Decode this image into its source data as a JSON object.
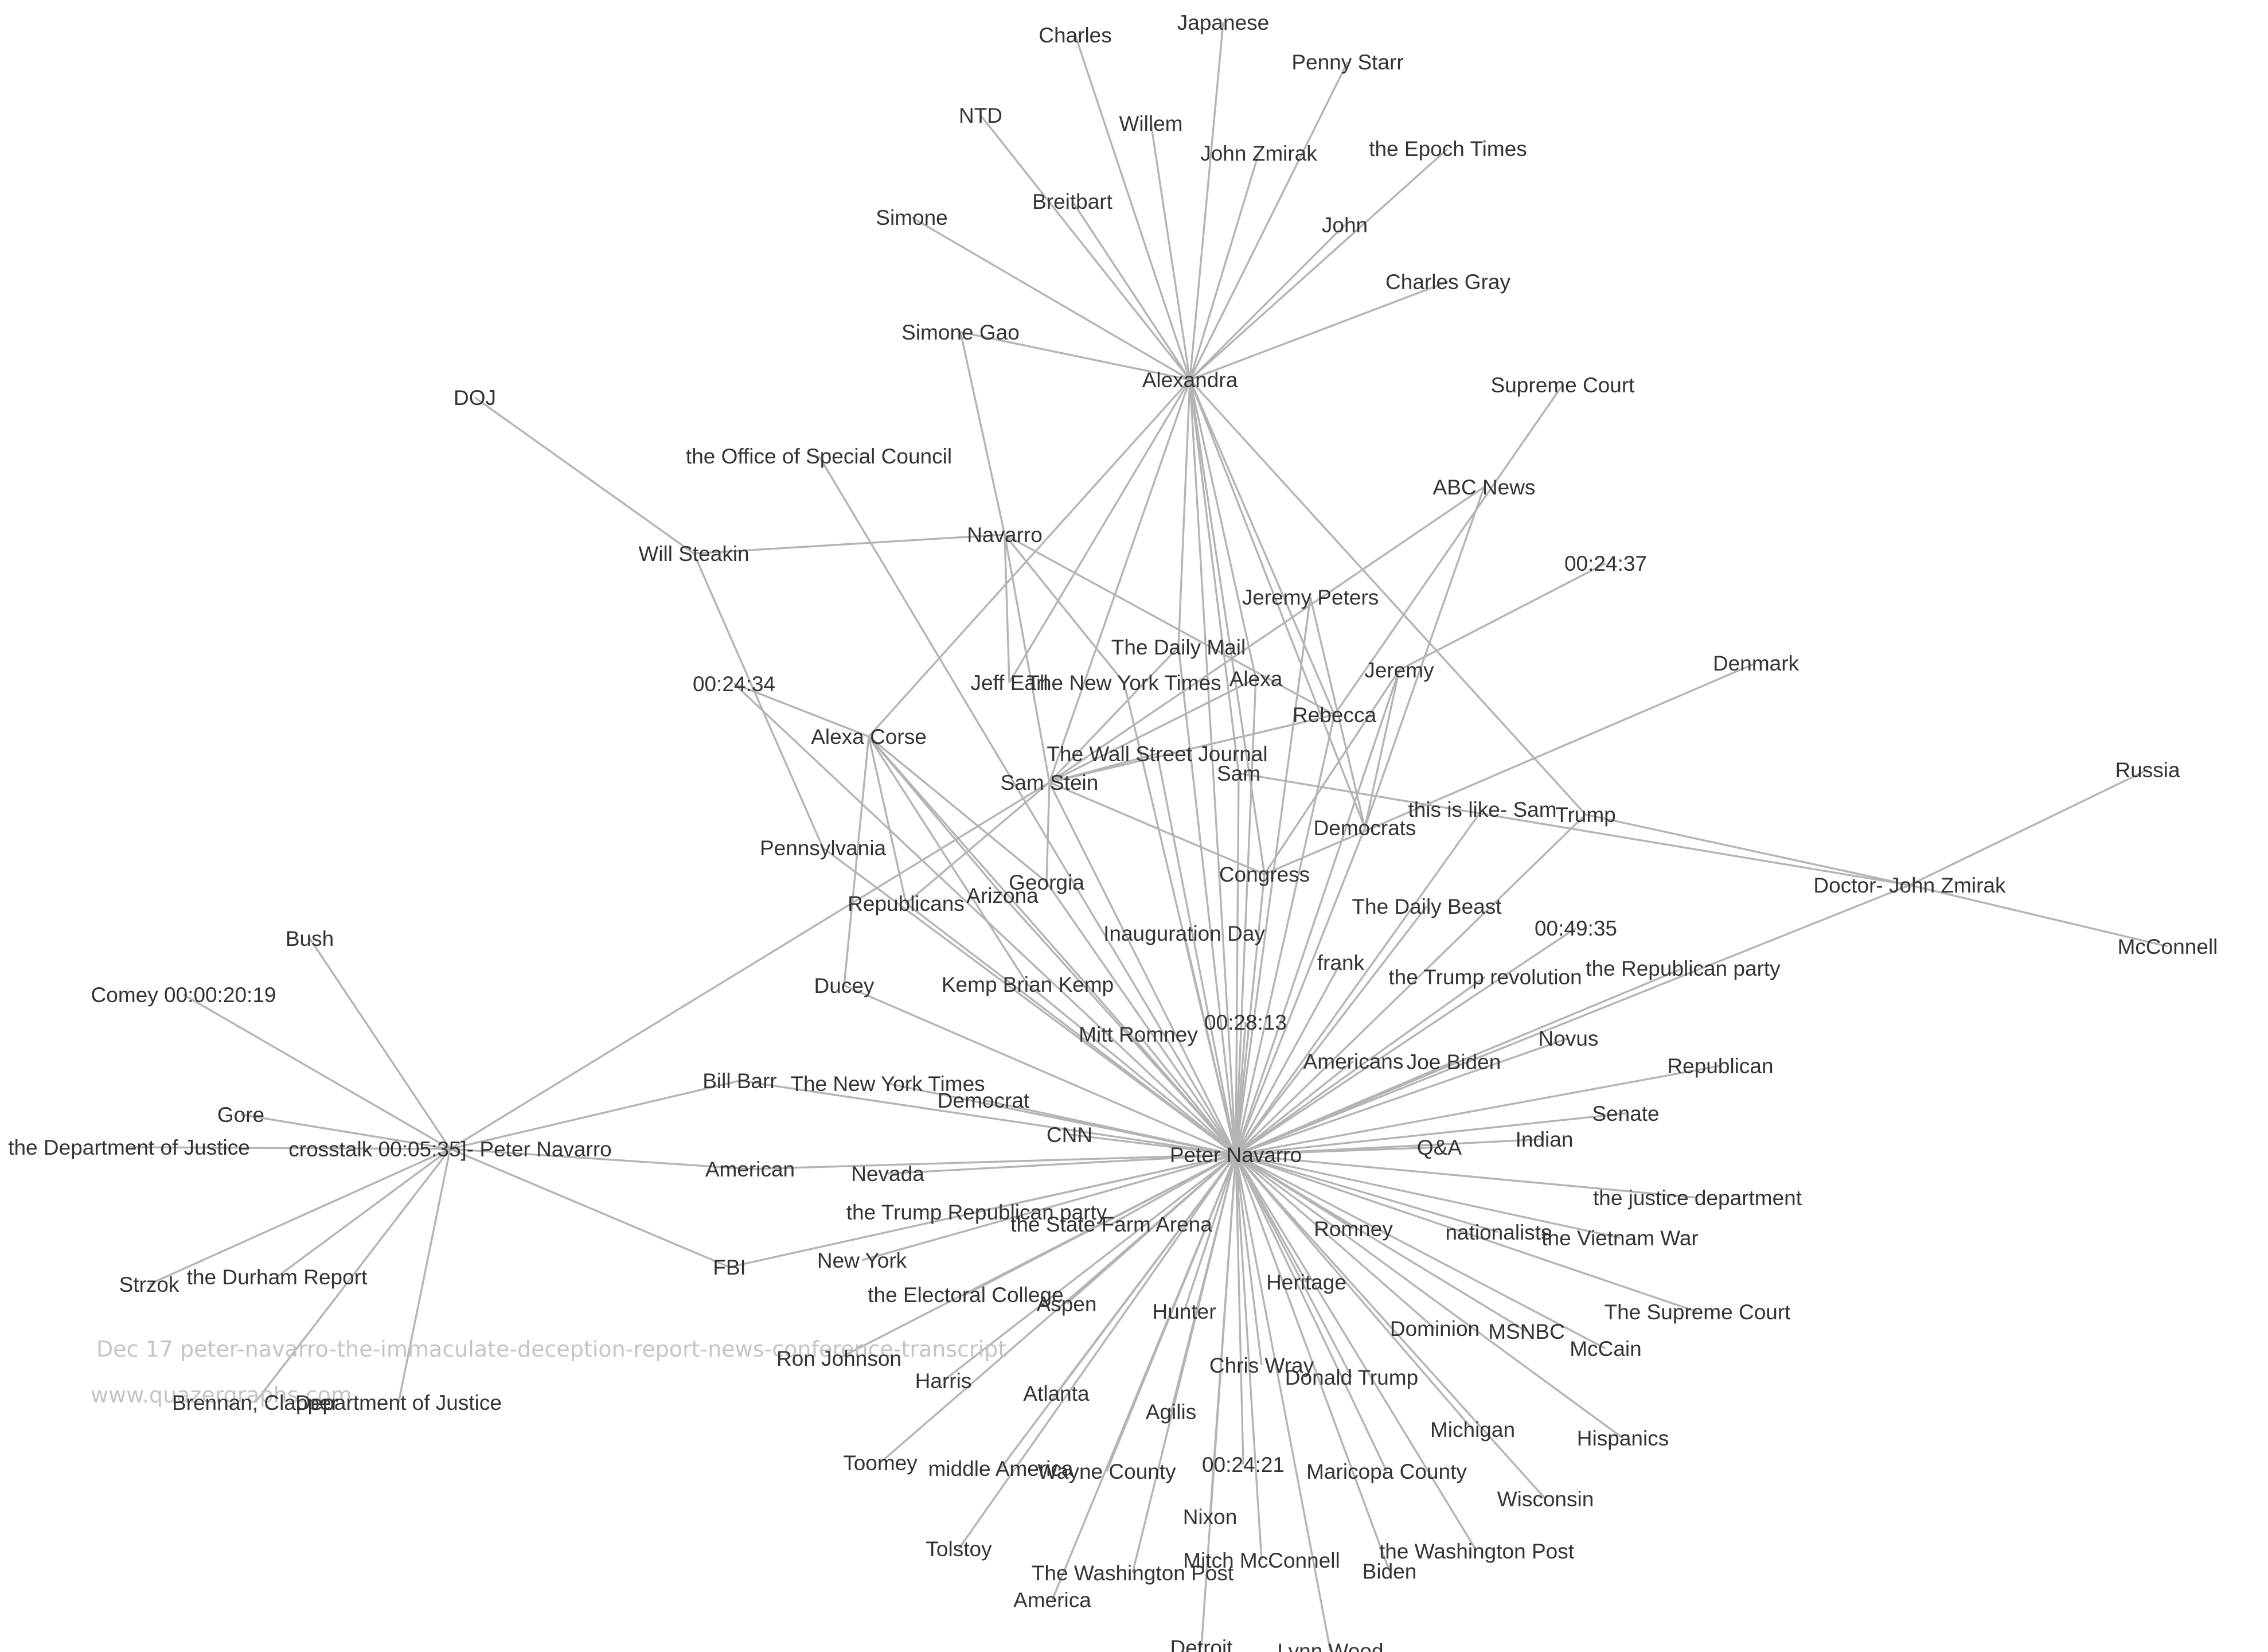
{
  "colors": {
    "edge": "#b4b4b4",
    "label": "#333333",
    "watermark": "#c4c4c4"
  },
  "graph": {
    "nodes": [
      {
        "id": "pn",
        "label": "Peter Navarro"
      },
      {
        "id": "alexandra",
        "label": "Alexandra"
      },
      {
        "id": "crosstalk",
        "label": "crosstalk 00:05:35]- Peter Navarro"
      },
      {
        "id": "doctor",
        "label": "Doctor- John Zmirak"
      },
      {
        "id": "japanese",
        "label": "Japanese"
      },
      {
        "id": "charles",
        "label": "Charles"
      },
      {
        "id": "pennystarr",
        "label": "Penny Starr"
      },
      {
        "id": "ntd",
        "label": "NTD"
      },
      {
        "id": "willem",
        "label": "Willem"
      },
      {
        "id": "johnzmirak",
        "label": "John Zmirak"
      },
      {
        "id": "epochtimes",
        "label": "the Epoch Times"
      },
      {
        "id": "breitbart",
        "label": "Breitbart"
      },
      {
        "id": "simone",
        "label": "Simone"
      },
      {
        "id": "john",
        "label": "John"
      },
      {
        "id": "charlesgray",
        "label": "Charles Gray"
      },
      {
        "id": "simonegao",
        "label": "Simone Gao"
      },
      {
        "id": "supremecourt",
        "label": "Supreme Court"
      },
      {
        "id": "doj",
        "label": "DOJ"
      },
      {
        "id": "osc",
        "label": "the Office of Special Council"
      },
      {
        "id": "abcnews",
        "label": "ABC News"
      },
      {
        "id": "navarro",
        "label": "Navarro"
      },
      {
        "id": "willsteakin",
        "label": "Will Steakin"
      },
      {
        "id": "t2437",
        "label": "00:24:37"
      },
      {
        "id": "jeremypeters",
        "label": "Jeremy Peters"
      },
      {
        "id": "dailymail",
        "label": "The Daily Mail"
      },
      {
        "id": "jeremy",
        "label": "Jeremy"
      },
      {
        "id": "denmark",
        "label": "Denmark"
      },
      {
        "id": "t2434",
        "label": "00:24:34"
      },
      {
        "id": "jeffearl",
        "label": "Jeff Earl"
      },
      {
        "id": "nytimes1",
        "label": "The New York Times"
      },
      {
        "id": "alexa",
        "label": "Alexa"
      },
      {
        "id": "rebecca",
        "label": "Rebecca"
      },
      {
        "id": "alexacorse",
        "label": "Alexa Corse"
      },
      {
        "id": "wsj",
        "label": "The Wall Street Journal"
      },
      {
        "id": "russia",
        "label": "Russia"
      },
      {
        "id": "samstein",
        "label": "Sam Stein"
      },
      {
        "id": "sam",
        "label": "Sam"
      },
      {
        "id": "thisislike",
        "label": "this is like- Sam"
      },
      {
        "id": "trump",
        "label": "Trump"
      },
      {
        "id": "pennsylvania",
        "label": "Pennsylvania"
      },
      {
        "id": "democrats",
        "label": "Democrats"
      },
      {
        "id": "congress",
        "label": "Congress"
      },
      {
        "id": "georgia",
        "label": "Georgia"
      },
      {
        "id": "arizona",
        "label": "Arizona"
      },
      {
        "id": "republicans",
        "label": "Republicans"
      },
      {
        "id": "dailybeast",
        "label": "The Daily Beast"
      },
      {
        "id": "mcconnell",
        "label": "McConnell"
      },
      {
        "id": "bush",
        "label": "Bush"
      },
      {
        "id": "t4935",
        "label": "00:49:35"
      },
      {
        "id": "inaugday",
        "label": "Inauguration Day"
      },
      {
        "id": "frank",
        "label": "frank"
      },
      {
        "id": "repparty",
        "label": "the Republican party"
      },
      {
        "id": "trumprev",
        "label": "the Trump revolution"
      },
      {
        "id": "ducey",
        "label": "Ducey"
      },
      {
        "id": "kemp",
        "label": "Kemp Brian Kemp"
      },
      {
        "id": "comey",
        "label": "Comey 00:00:20:19"
      },
      {
        "id": "t2813",
        "label": "00:28:13"
      },
      {
        "id": "mittromney",
        "label": "Mitt Romney"
      },
      {
        "id": "novus",
        "label": "Novus"
      },
      {
        "id": "republican",
        "label": "Republican"
      },
      {
        "id": "americans",
        "label": "Americans"
      },
      {
        "id": "joebiden",
        "label": "Joe Biden"
      },
      {
        "id": "billbarr",
        "label": "Bill Barr"
      },
      {
        "id": "nytimes2",
        "label": "The New York Times"
      },
      {
        "id": "democrat",
        "label": "Democrat"
      },
      {
        "id": "gore",
        "label": "Gore"
      },
      {
        "id": "senate",
        "label": "Senate"
      },
      {
        "id": "indian",
        "label": "Indian"
      },
      {
        "id": "cnn",
        "label": "CNN"
      },
      {
        "id": "doj2",
        "label": "the Department of Justice"
      },
      {
        "id": "qa",
        "label": "Q&A"
      },
      {
        "id": "american",
        "label": "American"
      },
      {
        "id": "nevada",
        "label": "Nevada"
      },
      {
        "id": "justicedept",
        "label": "the justice department"
      },
      {
        "id": "trumprepparty",
        "label": "the Trump Republican party"
      },
      {
        "id": "statefarm",
        "label": "the State Farm Arena"
      },
      {
        "id": "romney",
        "label": "Romney"
      },
      {
        "id": "nationalists",
        "label": "nationalists"
      },
      {
        "id": "vietnam",
        "label": "the Vietnam War"
      },
      {
        "id": "fbi",
        "label": "FBI"
      },
      {
        "id": "newyork",
        "label": "New York"
      },
      {
        "id": "strzok",
        "label": "Strzok"
      },
      {
        "id": "durham",
        "label": "the Durham Report"
      },
      {
        "id": "heritage",
        "label": "Heritage"
      },
      {
        "id": "electoral",
        "label": "the Electoral College"
      },
      {
        "id": "aspen",
        "label": "Aspen"
      },
      {
        "id": "hunter",
        "label": "Hunter"
      },
      {
        "id": "supremecourt2",
        "label": "The Supreme Court"
      },
      {
        "id": "dominion",
        "label": "Dominion"
      },
      {
        "id": "msnbc",
        "label": "MSNBC"
      },
      {
        "id": "mccain",
        "label": "McCain"
      },
      {
        "id": "ronjohnson",
        "label": "Ron Johnson"
      },
      {
        "id": "chriswray",
        "label": "Chris Wray"
      },
      {
        "id": "harris",
        "label": "Harris"
      },
      {
        "id": "donaldtrump",
        "label": "Donald Trump"
      },
      {
        "id": "brennan",
        "label": "Brennan, Clapper"
      },
      {
        "id": "doj3",
        "label": "Department of Justice"
      },
      {
        "id": "atlanta",
        "label": "Atlanta"
      },
      {
        "id": "agilis",
        "label": "Agilis"
      },
      {
        "id": "michigan",
        "label": "Michigan"
      },
      {
        "id": "hispanics",
        "label": "Hispanics"
      },
      {
        "id": "toomey",
        "label": "Toomey"
      },
      {
        "id": "middleamerica",
        "label": "middle America"
      },
      {
        "id": "wayne",
        "label": "Wayne County"
      },
      {
        "id": "t2421",
        "label": "00:24:21"
      },
      {
        "id": "maricopa",
        "label": "Maricopa County"
      },
      {
        "id": "wisconsin",
        "label": "Wisconsin"
      },
      {
        "id": "nixon",
        "label": "Nixon"
      },
      {
        "id": "tolstoy",
        "label": "Tolstoy"
      },
      {
        "id": "washpost2",
        "label": "the Washington Post"
      },
      {
        "id": "mitchmcconnell",
        "label": "Mitch McConnell"
      },
      {
        "id": "biden",
        "label": "Biden"
      },
      {
        "id": "washpost1",
        "label": "The Washington Post"
      },
      {
        "id": "america",
        "label": "America"
      },
      {
        "id": "detroit",
        "label": "Detroit"
      },
      {
        "id": "lynnwood",
        "label": "Lynn Wood"
      }
    ],
    "edges": [
      [
        "alexandra",
        "japanese"
      ],
      [
        "alexandra",
        "charles"
      ],
      [
        "alexandra",
        "pennystarr"
      ],
      [
        "alexandra",
        "ntd"
      ],
      [
        "alexandra",
        "willem"
      ],
      [
        "alexandra",
        "johnzmirak"
      ],
      [
        "alexandra",
        "epochtimes"
      ],
      [
        "alexandra",
        "breitbart"
      ],
      [
        "alexandra",
        "simone"
      ],
      [
        "alexandra",
        "john"
      ],
      [
        "alexandra",
        "charlesgray"
      ],
      [
        "alexandra",
        "simonegao"
      ],
      [
        "alexandra",
        "pn"
      ],
      [
        "alexandra",
        "alexacorse"
      ],
      [
        "alexandra",
        "jeffearl"
      ],
      [
        "alexandra",
        "samstein"
      ],
      [
        "alexandra",
        "rebecca"
      ],
      [
        "alexandra",
        "trump"
      ],
      [
        "alexandra",
        "sam"
      ],
      [
        "alexandra",
        "alexa"
      ],
      [
        "alexandra",
        "democrats"
      ],
      [
        "alexandra",
        "congress"
      ],
      [
        "alexandra",
        "dailymail"
      ],
      [
        "navarro",
        "willsteakin"
      ],
      [
        "navarro",
        "samstein"
      ],
      [
        "navarro",
        "rebecca"
      ],
      [
        "navarro",
        "jeffearl"
      ],
      [
        "navarro",
        "nytimes1"
      ],
      [
        "navarro",
        "simonegao"
      ],
      [
        "doj",
        "willsteakin"
      ],
      [
        "willsteakin",
        "pennsylvania"
      ],
      [
        "osc",
        "pn"
      ],
      [
        "supremecourt",
        "rebecca"
      ],
      [
        "abcnews",
        "samstein"
      ],
      [
        "abcnews",
        "democrats"
      ],
      [
        "t2437",
        "jeremy"
      ],
      [
        "jeremy",
        "democrats"
      ],
      [
        "jeremy",
        "pn"
      ],
      [
        "jeremy",
        "congress"
      ],
      [
        "jeremypeters",
        "democrats"
      ],
      [
        "dailymail",
        "samstein"
      ],
      [
        "dailymail",
        "pn"
      ],
      [
        "alexa",
        "samstein"
      ],
      [
        "alexa",
        "pn"
      ],
      [
        "rebecca",
        "pn"
      ],
      [
        "rebecca",
        "samstein"
      ],
      [
        "t2434",
        "alexacorse"
      ],
      [
        "t2434",
        "pn"
      ],
      [
        "alexacorse",
        "ducey"
      ],
      [
        "alexacorse",
        "arizona"
      ],
      [
        "alexacorse",
        "georgia"
      ],
      [
        "alexacorse",
        "kemp"
      ],
      [
        "alexacorse",
        "pn"
      ],
      [
        "alexacorse",
        "republicans"
      ],
      [
        "wsj",
        "samstein"
      ],
      [
        "wsj",
        "pn"
      ],
      [
        "samstein",
        "pn"
      ],
      [
        "samstein",
        "congress"
      ],
      [
        "samstein",
        "georgia"
      ],
      [
        "samstein",
        "republicans"
      ],
      [
        "sam",
        "pn"
      ],
      [
        "sam",
        "doctor"
      ],
      [
        "trump",
        "pn"
      ],
      [
        "trump",
        "doctor"
      ],
      [
        "denmark",
        "congress"
      ],
      [
        "thisislike",
        "pn"
      ],
      [
        "doctor",
        "russia"
      ],
      [
        "doctor",
        "mcconnell"
      ],
      [
        "doctor",
        "pn"
      ],
      [
        "crosstalk",
        "bush"
      ],
      [
        "crosstalk",
        "comey"
      ],
      [
        "crosstalk",
        "gore"
      ],
      [
        "crosstalk",
        "doj2"
      ],
      [
        "crosstalk",
        "strzok"
      ],
      [
        "crosstalk",
        "durham"
      ],
      [
        "crosstalk",
        "brennan"
      ],
      [
        "crosstalk",
        "doj3"
      ],
      [
        "crosstalk",
        "billbarr"
      ],
      [
        "crosstalk",
        "american"
      ],
      [
        "crosstalk",
        "fbi"
      ],
      [
        "crosstalk",
        "samstein"
      ],
      [
        "pn",
        "pennsylvania"
      ],
      [
        "pn",
        "democrats"
      ],
      [
        "pn",
        "congress"
      ],
      [
        "pn",
        "georgia"
      ],
      [
        "pn",
        "arizona"
      ],
      [
        "pn",
        "republicans"
      ],
      [
        "pn",
        "dailybeast"
      ],
      [
        "pn",
        "t4935"
      ],
      [
        "pn",
        "inaugday"
      ],
      [
        "pn",
        "frank"
      ],
      [
        "pn",
        "repparty"
      ],
      [
        "pn",
        "trumprev"
      ],
      [
        "pn",
        "ducey"
      ],
      [
        "pn",
        "kemp"
      ],
      [
        "pn",
        "t2813"
      ],
      [
        "pn",
        "mittromney"
      ],
      [
        "pn",
        "novus"
      ],
      [
        "pn",
        "republican"
      ],
      [
        "pn",
        "americans"
      ],
      [
        "pn",
        "joebiden"
      ],
      [
        "pn",
        "billbarr"
      ],
      [
        "pn",
        "nytimes2"
      ],
      [
        "pn",
        "democrat"
      ],
      [
        "pn",
        "senate"
      ],
      [
        "pn",
        "indian"
      ],
      [
        "pn",
        "cnn"
      ],
      [
        "pn",
        "qa"
      ],
      [
        "pn",
        "american"
      ],
      [
        "pn",
        "nevada"
      ],
      [
        "pn",
        "justicedept"
      ],
      [
        "pn",
        "trumprepparty"
      ],
      [
        "pn",
        "statefarm"
      ],
      [
        "pn",
        "romney"
      ],
      [
        "pn",
        "nationalists"
      ],
      [
        "pn",
        "vietnam"
      ],
      [
        "pn",
        "fbi"
      ],
      [
        "pn",
        "newyork"
      ],
      [
        "pn",
        "heritage"
      ],
      [
        "pn",
        "electoral"
      ],
      [
        "pn",
        "aspen"
      ],
      [
        "pn",
        "hunter"
      ],
      [
        "pn",
        "supremecourt2"
      ],
      [
        "pn",
        "dominion"
      ],
      [
        "pn",
        "msnbc"
      ],
      [
        "pn",
        "mccain"
      ],
      [
        "pn",
        "ronjohnson"
      ],
      [
        "pn",
        "chriswray"
      ],
      [
        "pn",
        "harris"
      ],
      [
        "pn",
        "donaldtrump"
      ],
      [
        "pn",
        "atlanta"
      ],
      [
        "pn",
        "agilis"
      ],
      [
        "pn",
        "michigan"
      ],
      [
        "pn",
        "hispanics"
      ],
      [
        "pn",
        "toomey"
      ],
      [
        "pn",
        "middleamerica"
      ],
      [
        "pn",
        "wayne"
      ],
      [
        "pn",
        "t2421"
      ],
      [
        "pn",
        "maricopa"
      ],
      [
        "pn",
        "wisconsin"
      ],
      [
        "pn",
        "nixon"
      ],
      [
        "pn",
        "tolstoy"
      ],
      [
        "pn",
        "washpost2"
      ],
      [
        "pn",
        "mitchmcconnell"
      ],
      [
        "pn",
        "biden"
      ],
      [
        "pn",
        "washpost1"
      ],
      [
        "pn",
        "america"
      ],
      [
        "pn",
        "detroit"
      ],
      [
        "pn",
        "lynnwood"
      ],
      [
        "pn",
        "nytimes1"
      ],
      [
        "pn",
        "jeremypeters"
      ]
    ]
  },
  "watermark": {
    "line1": "Dec 17 peter-navarro-the-immaculate-deception-report-news-conference-transcript",
    "line2": "www.quazergraphs.com"
  }
}
